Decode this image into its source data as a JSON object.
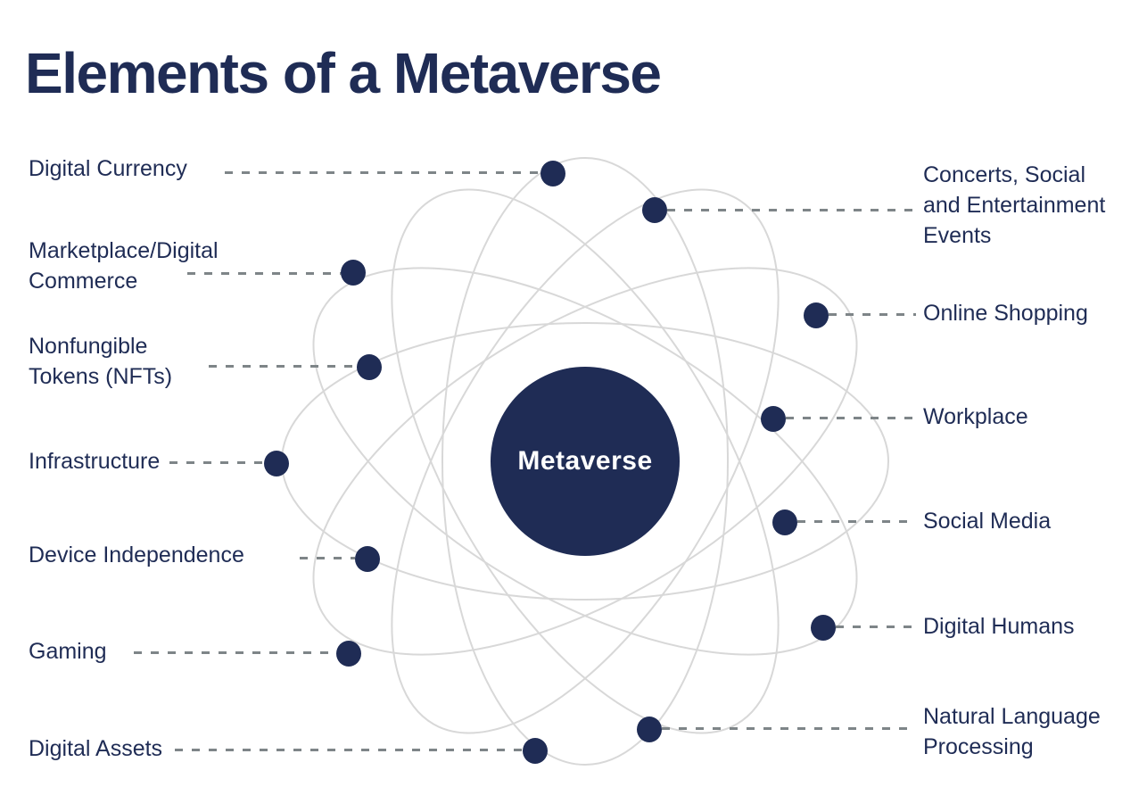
{
  "title": "Elements of a Metaverse",
  "center_node": {
    "label": "Metaverse"
  },
  "colors": {
    "navy": "#1f2c55",
    "orbit": "#d8d8d8",
    "dash": "#7e8588",
    "background": "#ffffff",
    "center_text": "#ffffff"
  },
  "items": [
    {
      "id": "digital-currency",
      "label": "Digital Currency",
      "side": "left"
    },
    {
      "id": "concerts-social-entertainment",
      "label": "Concerts, Social\nand Entertainment\nEvents",
      "side": "right"
    },
    {
      "id": "marketplace-digital-commerce",
      "label": "Marketplace/Digital\nCommerce",
      "side": "left"
    },
    {
      "id": "online-shopping",
      "label": "Online Shopping",
      "side": "right"
    },
    {
      "id": "nonfungible-tokens-nfts",
      "label": "Nonfungible\nTokens (NFTs)",
      "side": "left"
    },
    {
      "id": "workplace",
      "label": "Workplace",
      "side": "right"
    },
    {
      "id": "infrastructure",
      "label": "Infrastructure",
      "side": "left"
    },
    {
      "id": "social-media",
      "label": "Social Media",
      "side": "right"
    },
    {
      "id": "device-independence",
      "label": "Device Independence",
      "side": "left"
    },
    {
      "id": "digital-humans",
      "label": "Digital Humans",
      "side": "right"
    },
    {
      "id": "gaming",
      "label": "Gaming",
      "side": "left"
    },
    {
      "id": "natural-language-processing",
      "label": "Natural Language\nProcessing",
      "side": "right"
    },
    {
      "id": "digital-assets",
      "label": "Digital Assets",
      "side": "left"
    }
  ]
}
